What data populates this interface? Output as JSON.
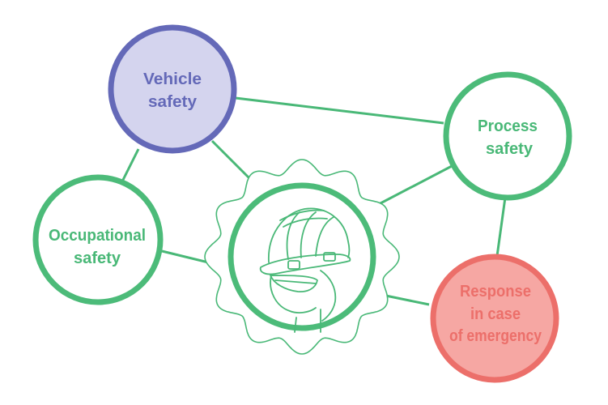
{
  "colors": {
    "green": "#4cbb79",
    "green_text": "#49b877",
    "blue_stroke": "#6469b8",
    "blue_fill": "#d4d4ee",
    "blue_text": "#6469b8",
    "red_stroke": "#ec6f6a",
    "red_fill": "#f6a7a3",
    "red_text": "#ec6f6a",
    "line": "#49b877"
  },
  "central": {
    "icon": "hard-hat-worker-in-gear-icon"
  },
  "nodes": {
    "vehicle": {
      "lines": [
        "Vehicle",
        "safety"
      ]
    },
    "process": {
      "lines": [
        "Process",
        "safety"
      ]
    },
    "occupational": {
      "lines": [
        "Occupational",
        "safety"
      ]
    },
    "emergency": {
      "lines": [
        "Response",
        "in case",
        "of emergency"
      ]
    }
  }
}
